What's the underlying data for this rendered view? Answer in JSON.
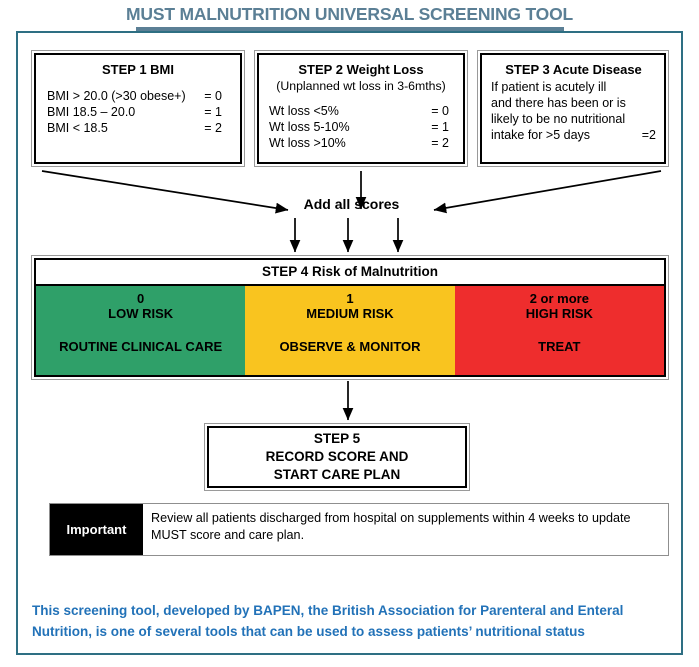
{
  "title": {
    "text": "MUST MALNUTRITION UNIVERSAL SCREENING TOOL",
    "color": "#5b7f95"
  },
  "frame": {
    "border_color": "#2e6f83"
  },
  "step1": {
    "heading": "STEP 1 BMI",
    "rows": [
      {
        "label": "BMI > 20.0 (>30 obese+)",
        "value": "= 0"
      },
      {
        "label": "BMI 18.5 – 20.0",
        "value": "= 1"
      },
      {
        "label": "BMI < 18.5",
        "value": "= 2"
      }
    ]
  },
  "step2": {
    "heading": "STEP 2 Weight Loss",
    "subheading": "(Unplanned wt loss in 3-6mths)",
    "rows": [
      {
        "label": "Wt loss <5%",
        "value": "= 0"
      },
      {
        "label": "Wt loss 5-10%",
        "value": "= 1"
      },
      {
        "label": "Wt loss >10%",
        "value": "= 2"
      }
    ]
  },
  "step3": {
    "heading": "STEP 3 Acute Disease",
    "lines": [
      "If patient is acutely ill",
      "and there has been or is",
      "likely to be no nutritional"
    ],
    "last_line": "intake for >5 days",
    "last_value": "=2"
  },
  "add_scores": {
    "label": "Add all scores"
  },
  "step4": {
    "heading": "STEP 4 Risk of Malnutrition",
    "cells": [
      {
        "score": "0",
        "risk": "LOW RISK",
        "action": "ROUTINE CLINICAL CARE",
        "color": "#2fa069"
      },
      {
        "score": "1",
        "risk": "MEDIUM RISK",
        "action": "OBSERVE & MONITOR",
        "color": "#f9c41f"
      },
      {
        "score": "2 or more",
        "risk": "HIGH RISK",
        "action": "TREAT",
        "color": "#ee2d2d"
      }
    ]
  },
  "step5": {
    "line1": "STEP 5",
    "line2": "RECORD SCORE AND",
    "line3": "START CARE PLAN"
  },
  "important": {
    "tag": "Important",
    "line1": "Review all patients discharged from hospital on supplements within 4 weeks to update",
    "line2": "MUST score and care plan."
  },
  "caption": {
    "line1": "This screening tool, developed by BAPEN, the British Association for Parenteral and Enteral",
    "line2": "Nutrition, is one of several tools that can be used to assess patients’ nutritional status",
    "color": "#2272b8"
  }
}
